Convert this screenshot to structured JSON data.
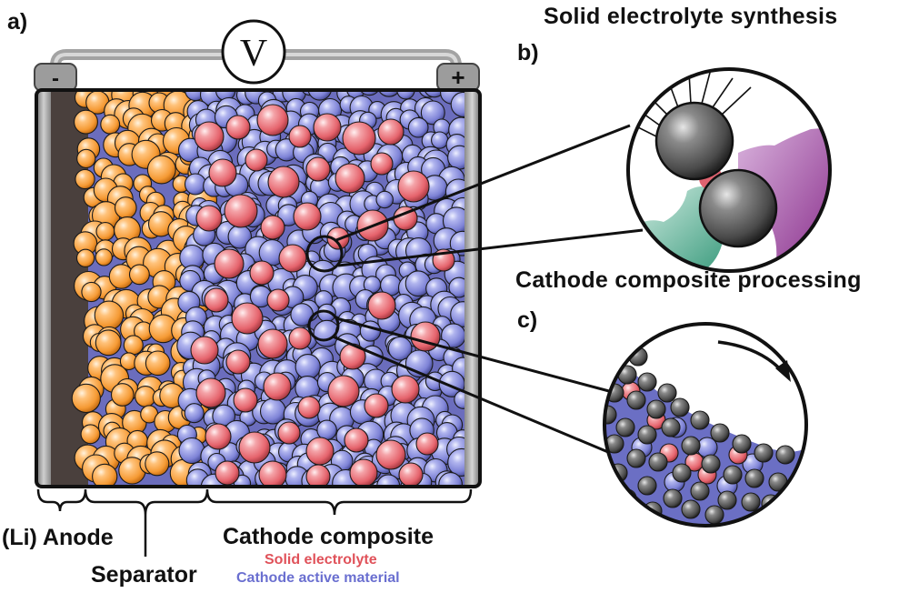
{
  "panels": {
    "a": "a)",
    "b": "b)",
    "c": "c)"
  },
  "headings": {
    "synthesis": "Solid electrolyte synthesis",
    "processing": "Cathode composite processing"
  },
  "cell": {
    "voltmeter": "V",
    "negative": "-",
    "positive": "+"
  },
  "regions": {
    "anode": "(Li) Anode",
    "separator": "Separator",
    "cathode": "Cathode composite"
  },
  "legend": {
    "solid_electrolyte": "Solid electrolyte",
    "cathode_active_material": "Cathode active material"
  },
  "colors": {
    "separator_particle": "#f5a03a",
    "solid_electrolyte": "#e8727a",
    "cathode_active_material": "#7f84d6",
    "precursor_particle": "#555555",
    "anode": "#4a403d",
    "casing": "#a8a8a8",
    "legend_red": "#e0525a",
    "legend_blue": "#6a6fd0"
  }
}
